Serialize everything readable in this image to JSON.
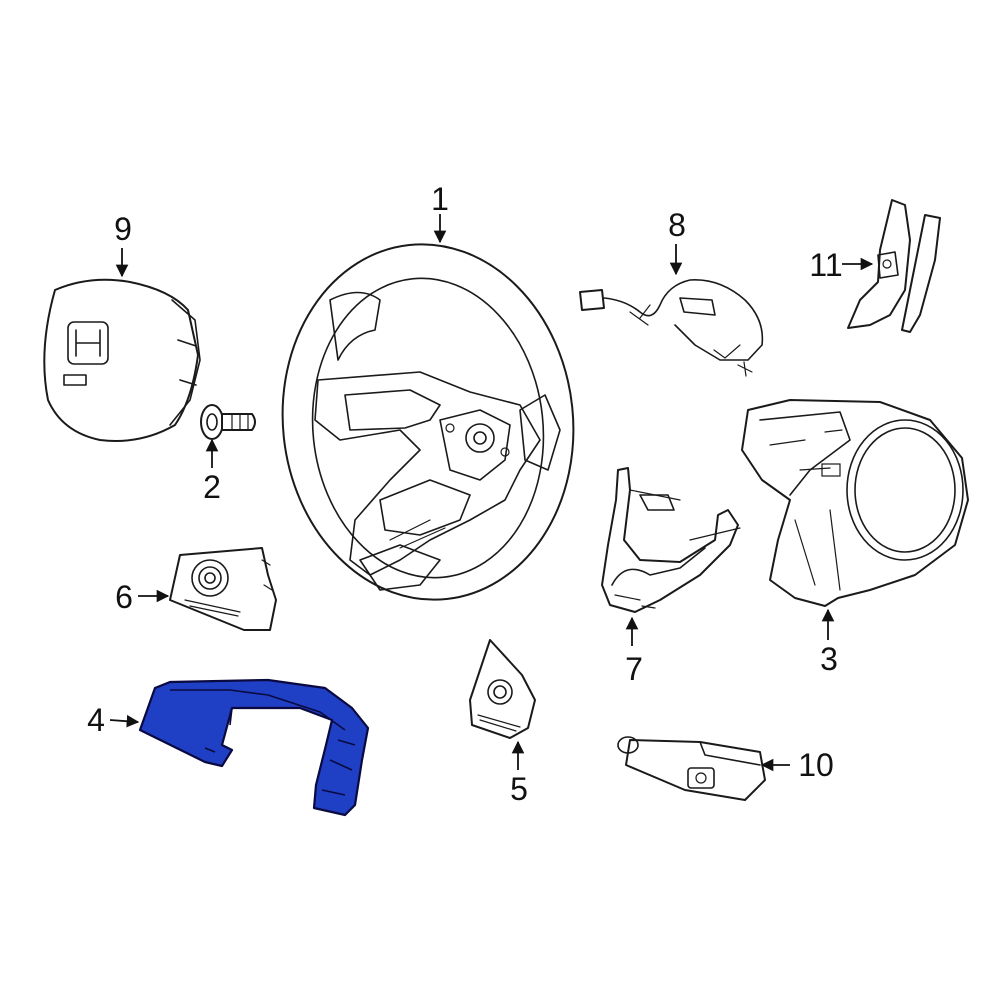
{
  "highlight_color": "#1f3fc4",
  "callouts": [
    {
      "id": "1",
      "label": "1"
    },
    {
      "id": "2",
      "label": "2"
    },
    {
      "id": "3",
      "label": "3"
    },
    {
      "id": "4",
      "label": "4"
    },
    {
      "id": "5",
      "label": "5"
    },
    {
      "id": "6",
      "label": "6"
    },
    {
      "id": "7",
      "label": "7"
    },
    {
      "id": "8",
      "label": "8"
    },
    {
      "id": "9",
      "label": "9"
    },
    {
      "id": "10",
      "label": "10"
    },
    {
      "id": "11",
      "label": "11"
    }
  ],
  "highlighted_part": "4"
}
